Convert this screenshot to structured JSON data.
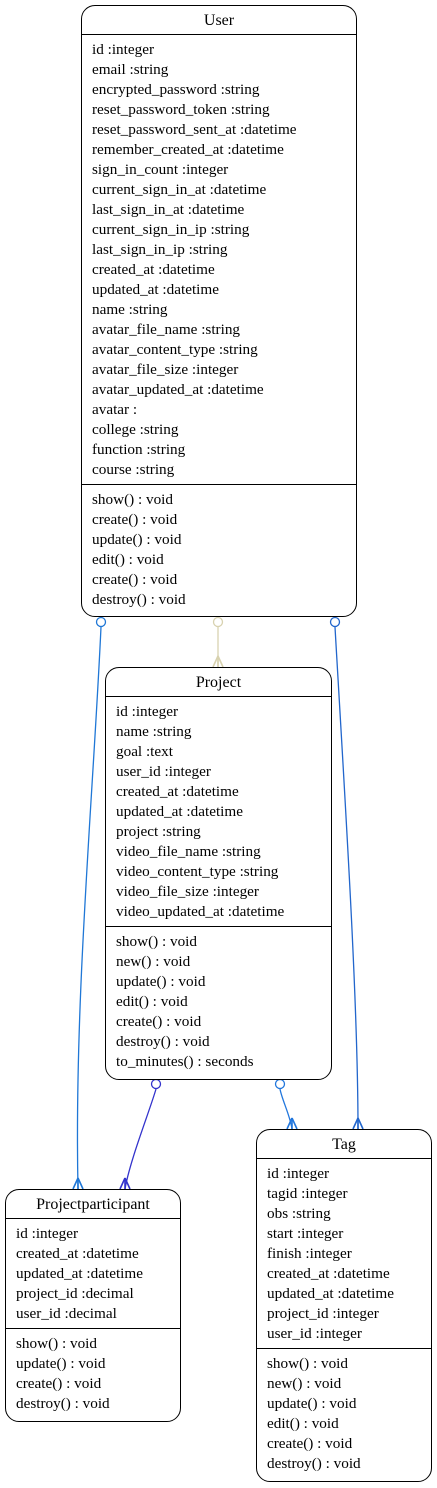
{
  "colors": {
    "user_to_projectparticipant": "#1f77d6",
    "user_to_project": "#d8d2b0",
    "user_to_tag": "#2266cc",
    "project_to_projectparticipant": "#3333cc",
    "project_to_tag": "#2277dd"
  },
  "classes": [
    {
      "id": "user",
      "name": "User",
      "attributes": [
        "id :integer",
        "email :string",
        "encrypted_password :string",
        "reset_password_token :string",
        "reset_password_sent_at :datetime",
        "remember_created_at :datetime",
        "sign_in_count :integer",
        "current_sign_in_at :datetime",
        "last_sign_in_at :datetime",
        "current_sign_in_ip :string",
        "last_sign_in_ip :string",
        "created_at :datetime",
        "updated_at :datetime",
        "name :string",
        "avatar_file_name :string",
        "avatar_content_type :string",
        "avatar_file_size :integer",
        "avatar_updated_at :datetime",
        "avatar :",
        "college :string",
        "function :string",
        "course :string"
      ],
      "methods": [
        "show() : void",
        "create() : void",
        "update() : void",
        "edit() : void",
        "create() : void",
        "destroy() : void"
      ]
    },
    {
      "id": "project",
      "name": "Project",
      "attributes": [
        "id :integer",
        "name :string",
        "goal :text",
        "user_id :integer",
        "created_at :datetime",
        "updated_at :datetime",
        "project :string",
        "video_file_name :string",
        "video_content_type :string",
        "video_file_size :integer",
        "video_updated_at :datetime"
      ],
      "methods": [
        "show() : void",
        "new() : void",
        "update() : void",
        "edit() : void",
        "create() : void",
        "destroy() : void",
        "to_minutes() : seconds"
      ]
    },
    {
      "id": "projectparticipant",
      "name": "Projectparticipant",
      "attributes": [
        "id :integer",
        "created_at :datetime",
        "updated_at :datetime",
        "project_id :decimal",
        "user_id :decimal"
      ],
      "methods": [
        "show() : void",
        "update() : void",
        "create() : void",
        "destroy() : void"
      ]
    },
    {
      "id": "tag",
      "name": "Tag",
      "attributes": [
        "id :integer",
        "tagid :integer",
        "obs :string",
        "start :integer",
        "finish :integer",
        "created_at :datetime",
        "updated_at :datetime",
        "project_id :integer",
        "user_id :integer"
      ],
      "methods": [
        "show() : void",
        "new() : void",
        "update() : void",
        "edit() : void",
        "create() : void",
        "destroy() : void"
      ]
    }
  ]
}
